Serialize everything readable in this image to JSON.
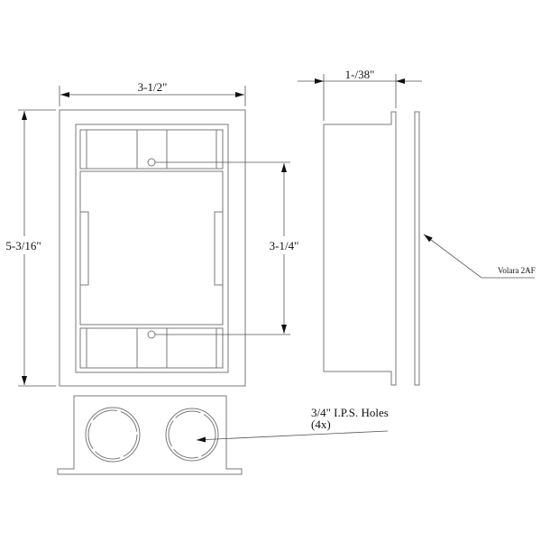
{
  "drawing": {
    "front_view": {
      "width_dimension": "3-1/2\"",
      "height_dimension": "5-3/16\"",
      "hole_spacing_dimension": "3-1/4\""
    },
    "side_view": {
      "depth_dimension": "1-/38\"",
      "gasket_label": "Volara 2AF"
    },
    "bottom_view": {
      "holes_label_line1": "3/4\" I.P.S. Holes",
      "holes_label_line2": "(4x)"
    }
  }
}
